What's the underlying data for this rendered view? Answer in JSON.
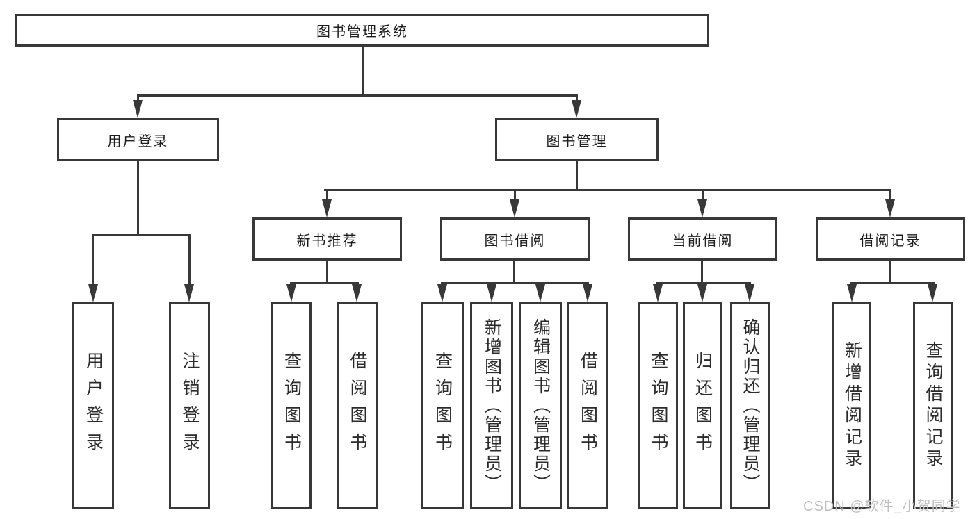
{
  "tree": {
    "root": {
      "label": "图书管理系统"
    },
    "branches": [
      {
        "label": "用户登录",
        "children": [
          {
            "label": "用户登录"
          },
          {
            "label": "注销登录"
          }
        ]
      },
      {
        "label": "图书管理",
        "children": [
          {
            "label": "新书推荐",
            "children": [
              {
                "label": "查询图书"
              },
              {
                "label": "借阅图书"
              }
            ]
          },
          {
            "label": "图书借阅",
            "children": [
              {
                "label": "查询图书"
              },
              {
                "label": "新增图书（管理员）"
              },
              {
                "label": "编辑图书（管理员）"
              },
              {
                "label": "借阅图书"
              }
            ]
          },
          {
            "label": "当前借阅",
            "children": [
              {
                "label": "查询图书"
              },
              {
                "label": "归还图书"
              },
              {
                "label": "确认归还（管理员）"
              }
            ]
          },
          {
            "label": "借阅记录",
            "children": [
              {
                "label": "新增借阅记录"
              },
              {
                "label": "查询借阅记录"
              }
            ]
          }
        ]
      }
    ]
  },
  "watermark": {
    "text": "CSDN @软件_小贺同学"
  },
  "colors": {
    "line": "#383838",
    "box_border": "#383838",
    "text": "#1d1d1d",
    "watermark": "#bfbfbf",
    "background": "#ffffff"
  }
}
